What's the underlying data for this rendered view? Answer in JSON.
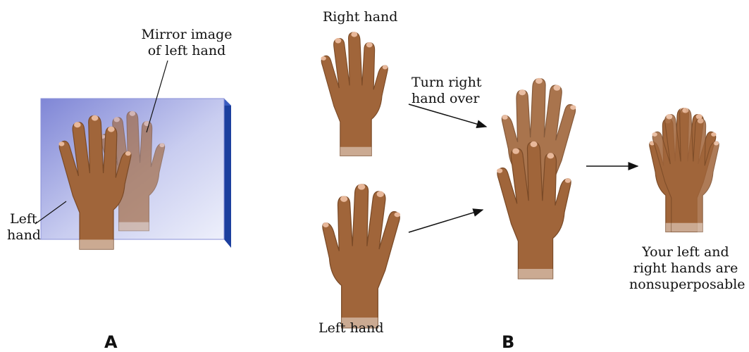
{
  "panel_a": {
    "letter": "A",
    "mirror_label_line1": "Mirror image",
    "mirror_label_line2": "of left hand",
    "left_hand_line1": "Left",
    "left_hand_line2": "hand"
  },
  "panel_b": {
    "letter": "B",
    "right_hand_label": "Right hand",
    "left_hand_label": "Left hand",
    "turn_line1": "Turn right",
    "turn_line2": "hand over",
    "conclusion_line1": "Your left and",
    "conclusion_line2": "right hands are",
    "conclusion_line3": "nonsuperposable"
  },
  "colors": {
    "skin": "#a0653a",
    "skin_dark": "#7a4a27",
    "nail": "#e8b89a",
    "mirror_light": "#e6e8f8",
    "mirror_dark": "#7f86d6",
    "mirror_edge": "#1c3f9e"
  }
}
